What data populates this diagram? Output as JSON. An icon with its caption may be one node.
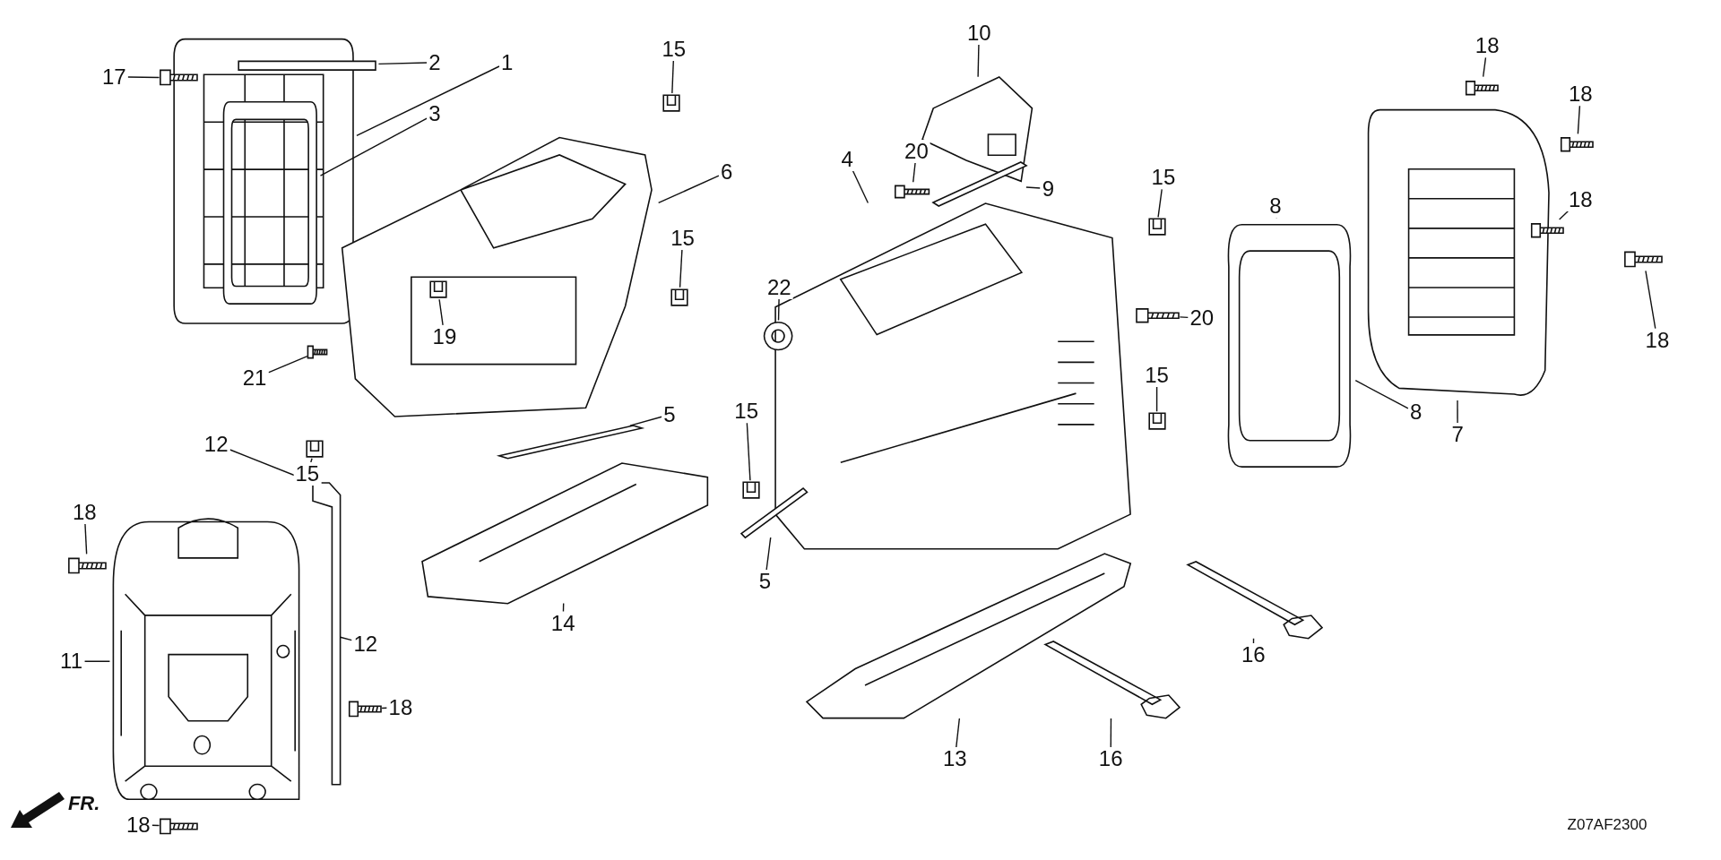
{
  "diagram": {
    "nodes": [
      {
        "text": [
          "1"
        ]
      },
      {
        "text": [
          "2"
        ]
      },
      {
        "text": [
          "3"
        ]
      },
      {
        "text": [
          "17"
        ]
      },
      {
        "text": [
          "6"
        ]
      },
      {
        "text": [
          "15"
        ]
      },
      {
        "text": [
          "15"
        ]
      },
      {
        "text": [
          "21"
        ]
      },
      {
        "text": [
          "19"
        ],
        "in": 42
      },
      {
        "text": [
          "15"
        ]
      },
      {
        "text": [
          "5"
        ]
      },
      {
        "text": [
          "12"
        ]
      },
      {
        "text": [
          "14"
        ]
      },
      {
        "text": [
          "18"
        ]
      },
      {
        "text": [
          "11"
        ]
      },
      {
        "text": [
          "12"
        ]
      },
      {
        "text": [
          "18"
        ]
      },
      {
        "text": [
          "18"
        ]
      },
      {
        "text": [
          "15"
        ]
      },
      {
        "text": [
          "5"
        ]
      },
      {
        "text": [
          "10"
        ]
      },
      {
        "text": [
          "9"
        ]
      },
      {
        "text": [
          "20"
        ]
      },
      {
        "text": [
          "4"
        ]
      },
      {
        "text": [
          "22"
        ]
      },
      {
        "text": [
          "15"
        ]
      },
      {
        "text": [
          "20"
        ]
      },
      {
        "text": [
          "15"
        ]
      },
      {
        "text": [
          "8"
        ]
      },
      {
        "text": [
          "8"
        ]
      },
      {
        "text": [
          "7"
        ]
      },
      {
        "text": [
          "18"
        ]
      },
      {
        "text": [
          "18"
        ]
      },
      {
        "text": [
          "18"
        ]
      },
      {
        "text": [
          "18"
        ]
      },
      {
        "text": [
          "16"
        ]
      },
      {
        "text": [
          "16"
        ]
      },
      {
        "text": [
          "13"
        ]
      },
      {
        "text": [],
        "shape": "picture"
      },
      {
        "text": [],
        "shape": "bar"
      },
      {
        "text": [],
        "shape": "box",
        "in": 38
      },
      {
        "text": [],
        "shape": "picture"
      },
      {
        "text": [],
        "shape": "picture"
      },
      {
        "text": [],
        "shape": "picture"
      },
      {
        "text": [],
        "shape": "picture"
      },
      {
        "text": [],
        "shape": "picture"
      },
      {
        "text": [],
        "shape": "picture",
        "in": 42
      },
      {
        "text": [],
        "shape": "picture"
      },
      {
        "text": [],
        "shape": "picture"
      },
      {
        "text": [],
        "shape": "picture"
      },
      {
        "text": [],
        "shape": "picture"
      },
      {
        "text": [],
        "shape": "picture"
      },
      {
        "text": [],
        "shape": "picture"
      },
      {
        "text": [],
        "shape": "picture"
      },
      {
        "text": [],
        "shape": "picture"
      },
      {
        "text": [],
        "shape": "picture"
      },
      {
        "text": [],
        "shape": "bar"
      },
      {
        "text": [],
        "shape": "picture"
      },
      {
        "text": [],
        "shape": "picture"
      },
      {
        "text": [],
        "shape": "picture"
      },
      {
        "text": [],
        "shape": "circle"
      },
      {
        "text": [],
        "shape": "picture"
      },
      {
        "text": [],
        "shape": "picture"
      },
      {
        "text": [],
        "shape": "picture"
      },
      {
        "text": [],
        "shape": "picture"
      },
      {
        "text": [],
        "shape": "box"
      },
      {
        "text": [],
        "shape": "picture"
      },
      {
        "text": [],
        "shape": "picture"
      },
      {
        "text": [],
        "shape": "picture"
      },
      {
        "text": [],
        "shape": "picture"
      },
      {
        "text": [],
        "shape": "picture"
      },
      {
        "text": [],
        "shape": "picture"
      },
      {
        "text": [],
        "shape": "picture"
      },
      {
        "text": [],
        "shape": "picture"
      }
    ],
    "edges": [
      {
        "from": 0,
        "to": 38,
        "arrow": "none"
      },
      {
        "from": 1,
        "to": 39,
        "arrow": "none"
      },
      {
        "from": 2,
        "to": 40,
        "arrow": "none"
      },
      {
        "from": 3,
        "to": 41,
        "arrow": "none"
      },
      {
        "from": 4,
        "to": 42,
        "arrow": "none"
      },
      {
        "from": 5,
        "to": 43,
        "arrow": "none"
      },
      {
        "from": 6,
        "to": 44,
        "arrow": "none"
      },
      {
        "from": 7,
        "to": 47,
        "arrow": "none"
      },
      {
        "from": 8,
        "to": 46,
        "arrow": "none"
      },
      {
        "from": 9,
        "to": 45,
        "arrow": "none"
      },
      {
        "from": 10,
        "to": 48,
        "arrow": "none"
      },
      {
        "from": 11,
        "to": 50,
        "arrow": "none"
      },
      {
        "from": 12,
        "to": 49,
        "arrow": "none"
      },
      {
        "from": 13,
        "to": 52,
        "arrow": "none"
      },
      {
        "from": 14,
        "to": 51,
        "arrow": "none"
      },
      {
        "from": 15,
        "to": 50,
        "arrow": "none"
      },
      {
        "from": 16,
        "to": 53,
        "arrow": "none"
      },
      {
        "from": 17,
        "to": 54,
        "arrow": "none"
      },
      {
        "from": 18,
        "to": 55,
        "arrow": "none"
      },
      {
        "from": 19,
        "to": 56,
        "arrow": "none"
      },
      {
        "from": 20,
        "to": 57,
        "arrow": "none"
      },
      {
        "from": 21,
        "to": 58,
        "arrow": "none"
      },
      {
        "from": 22,
        "to": 59,
        "arrow": "none"
      },
      {
        "from": 23,
        "to": 61,
        "arrow": "none"
      },
      {
        "from": 24,
        "to": 60,
        "arrow": "none"
      },
      {
        "from": 25,
        "to": 62,
        "arrow": "none"
      },
      {
        "from": 26,
        "to": 63,
        "arrow": "none"
      },
      {
        "from": 27,
        "to": 64,
        "arrow": "none"
      },
      {
        "from": 28,
        "to": 65,
        "arrow": "none"
      },
      {
        "from": 29,
        "to": 65,
        "arrow": "none"
      },
      {
        "from": 30,
        "to": 66,
        "arrow": "none"
      },
      {
        "from": 31,
        "to": 67,
        "arrow": "none"
      },
      {
        "from": 32,
        "to": 68,
        "arrow": "none"
      },
      {
        "from": 33,
        "to": 69,
        "arrow": "none"
      },
      {
        "from": 34,
        "to": 70,
        "arrow": "none"
      },
      {
        "from": 35,
        "to": 71,
        "arrow": "none"
      },
      {
        "from": 36,
        "to": 72,
        "arrow": "none"
      },
      {
        "from": 37,
        "to": 73,
        "arrow": "none"
      }
    ],
    "labels": [
      "FR.",
      "Z07AF2300"
    ]
  }
}
